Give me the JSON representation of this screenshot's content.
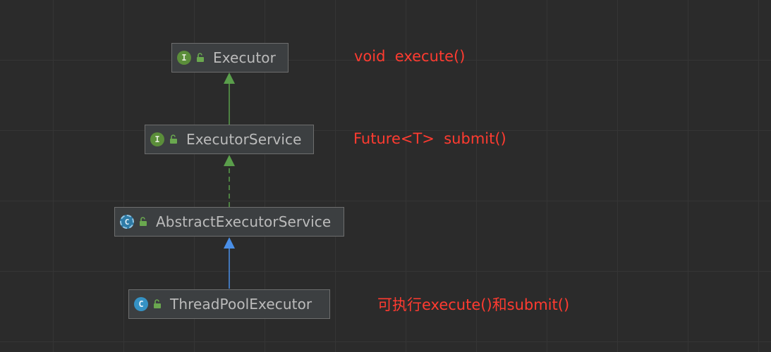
{
  "diagram": {
    "nodes": [
      {
        "id": "executor",
        "label": "Executor",
        "kind": "interface",
        "badge": "I"
      },
      {
        "id": "executor-service",
        "label": "ExecutorService",
        "kind": "interface",
        "badge": "I"
      },
      {
        "id": "abstract-executor-service",
        "label": "AbstractExecutorService",
        "kind": "abstract-class",
        "badge": "C"
      },
      {
        "id": "thread-pool-executor",
        "label": "ThreadPoolExecutor",
        "kind": "class",
        "badge": "C"
      }
    ],
    "annotations": {
      "executor": "void  execute()",
      "executor_service": "Future<T>  submit()",
      "thread_pool_executor": "可执行execute()和submit()"
    },
    "edges": [
      {
        "from": "executor-service",
        "to": "executor",
        "style": "solid",
        "color": "#5a9e4b"
      },
      {
        "from": "abstract-executor-service",
        "to": "executor-service",
        "style": "dashed",
        "color": "#5a9e4b"
      },
      {
        "from": "thread-pool-executor",
        "to": "abstract-executor-service",
        "style": "solid",
        "color": "#4a8fe7"
      }
    ]
  },
  "colors": {
    "background": "#2b2b2b",
    "node_fill": "#3c3f41",
    "node_border": "#6e6e6e",
    "node_text": "#bbbbbb",
    "annotation_text": "#ff3b30",
    "interface_badge": "#5b8e3a",
    "class_badge": "#3592c4",
    "implements_arrow": "#5a9e4b",
    "extends_arrow": "#4a8fe7"
  },
  "icons": {
    "interface": "interface-badge-icon",
    "class": "class-badge-icon",
    "abstract_class": "abstract-class-badge-icon",
    "visibility": "unlocked-padlock-icon"
  }
}
